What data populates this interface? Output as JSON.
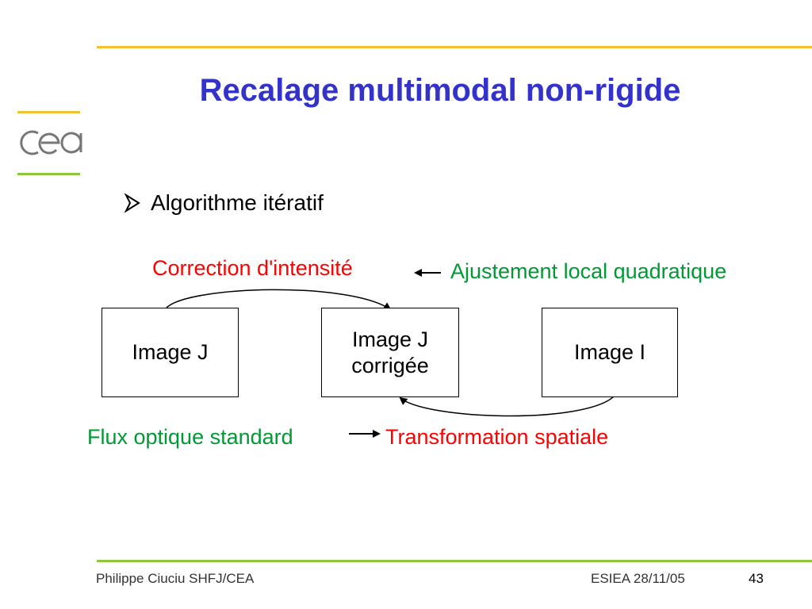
{
  "slide": {
    "title": "Recalage multimodal non-rigide",
    "bullet": "Algorithme itératif"
  },
  "logo": {
    "icon": "cea-logo",
    "text": "cea",
    "colors": {
      "top_line": "#f2c234",
      "bottom_line": "#8dc63f",
      "letters": "#777777"
    }
  },
  "diagram": {
    "boxes": [
      {
        "lines": [
          "Image J"
        ]
      },
      {
        "lines": [
          "Image J",
          "corrigée"
        ]
      },
      {
        "lines": [
          "Image I"
        ]
      }
    ],
    "top_left_label": "Correction d'intensité",
    "top_right_label": "Ajustement local quadratique",
    "bottom_left_label": "Flux optique standard",
    "bottom_right_label": "Transformation spatiale"
  },
  "footer": {
    "author": "Philippe Ciuciu SHFJ/CEA",
    "event": "ESIEA 28/11/05",
    "page": "43"
  },
  "colors": {
    "title": "#3333cc",
    "accent_red": "#ff0000",
    "accent_green": "#009933",
    "top_rule": "#f2c234",
    "bottom_rule": "#8dc63f"
  }
}
